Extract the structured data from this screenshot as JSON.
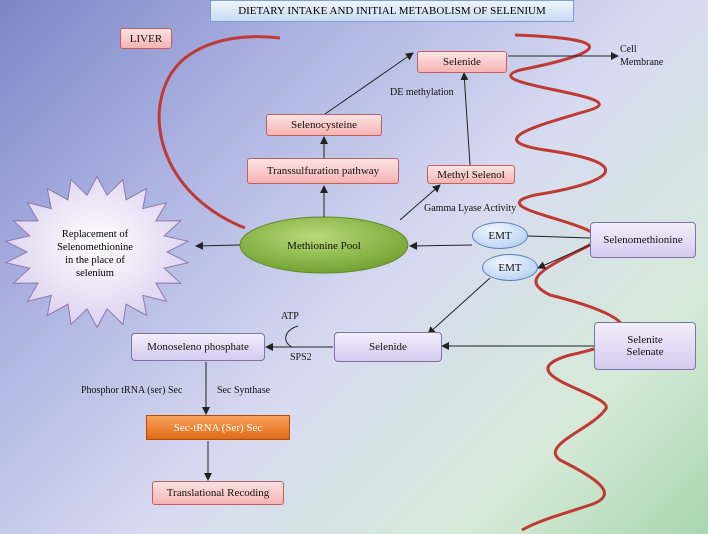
{
  "title": "DIETARY INTAKE AND INITIAL METABOLISM OF SELENIUM",
  "liver": "LIVER",
  "cell_membrane": [
    "Cell",
    "Membrane"
  ],
  "nodes": {
    "selenide_top": "Selenide",
    "selenocysteine": "Selenocysteine",
    "transsulfuration": "Transsulfuration  pathway",
    "methyl_selenol": "Methyl  Selenol",
    "methionine_pool": "Methionine  Pool",
    "emt1": "EMT",
    "emt2": "EMT",
    "selenomethionine": "Selenomethionine",
    "selenite_selenate": [
      "Selenite",
      "Selenate"
    ],
    "selenide_mid": "Selenide",
    "monoseleno_phosphate": "Monoseleno  phosphate",
    "sec_trna": "Sec-tRNA (Ser) Sec",
    "translational_recoding": "Translational  Recoding"
  },
  "star_text": [
    "Replacement  of",
    "Selenomethionine",
    "in the place of",
    "selenium"
  ],
  "labels": {
    "de_methylation": "DE methylation",
    "gamma_lyase": "Gamma  Lyase Activity",
    "atp": "ATP",
    "sps2": "SPS2",
    "phosphor_trna": "Phosphor tRNA (ser) Sec",
    "sec_synthase": "Sec Synthase"
  },
  "colors": {
    "membrane": "#c03a34",
    "pink_box": "#f6b3b3",
    "lavender_box": "#d5cbef",
    "orange_box": "#e06a15",
    "ellipse_green": "#7fae3c"
  }
}
